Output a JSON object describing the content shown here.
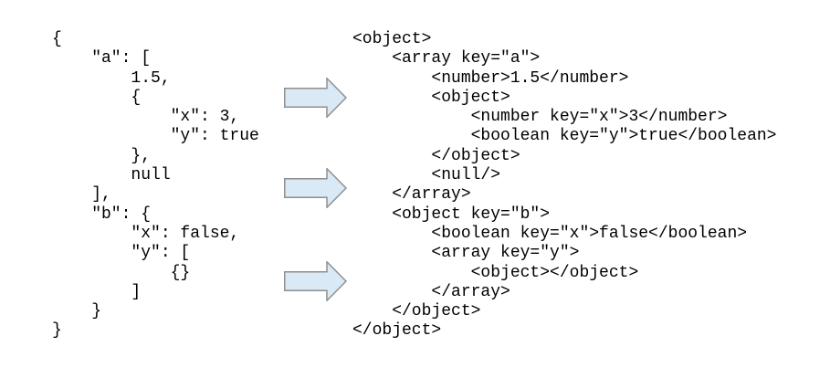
{
  "left_code": {
    "lines": [
      "{",
      "    \"a\": [",
      "        1.5,",
      "        {",
      "            \"x\": 3,",
      "            \"y\": true",
      "        },",
      "        null",
      "    ],",
      "    \"b\": {",
      "        \"x\": false,",
      "        \"y\": [",
      "            {}",
      "        ]",
      "    }",
      "}"
    ]
  },
  "right_code": {
    "lines": [
      "<object>",
      "    <array key=\"a\">",
      "        <number>1.5</number>",
      "        <object>",
      "            <number key=\"x\">3</number>",
      "            <boolean key=\"y\">true</boolean>",
      "        </object>",
      "        <null/>",
      "    </array>",
      "    <object key=\"b\">",
      "        <boolean key=\"x\">false</boolean>",
      "        <array key=\"y\">",
      "            <object></object>",
      "        </array>",
      "    </object>",
      "</object>"
    ]
  },
  "colors": {
    "background": "#ffffff",
    "text": "#000000",
    "arrow_fill": "#D9E9F6",
    "arrow_stroke": "#8F8F8F"
  }
}
